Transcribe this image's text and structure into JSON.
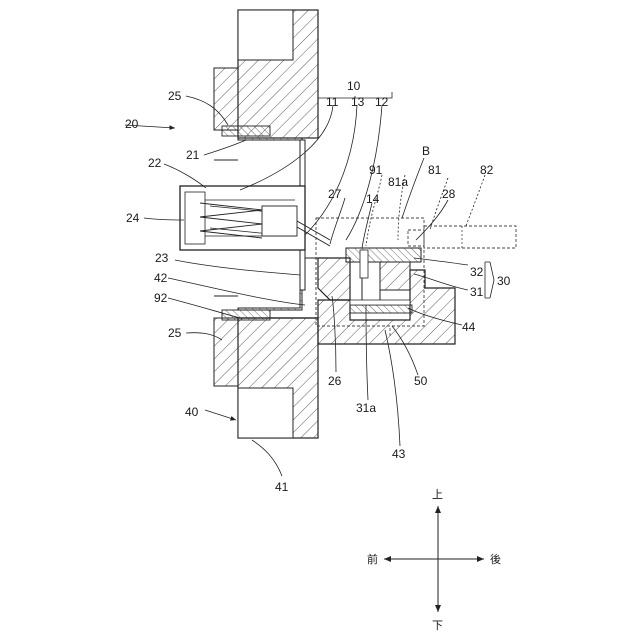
{
  "labels": {
    "l10": "10",
    "l11": "11",
    "l13": "13",
    "l12": "12",
    "l20": "20",
    "l25_top": "25",
    "l21": "21",
    "l22": "22",
    "l24": "24",
    "l23": "23",
    "l42": "42",
    "l92": "92",
    "l25_bottom": "25",
    "l40": "40",
    "l41": "41",
    "lB": "B",
    "l91": "91",
    "l81": "81",
    "l81a": "81a",
    "l82": "82",
    "l27": "27",
    "l14": "14",
    "l28": "28",
    "l32": "32",
    "l30": "30",
    "l31": "31",
    "l44": "44",
    "l26": "26",
    "l31a": "31a",
    "l50": "50",
    "l43": "43"
  },
  "directions": {
    "up": "上",
    "down": "下",
    "front": "前",
    "back": "後"
  }
}
